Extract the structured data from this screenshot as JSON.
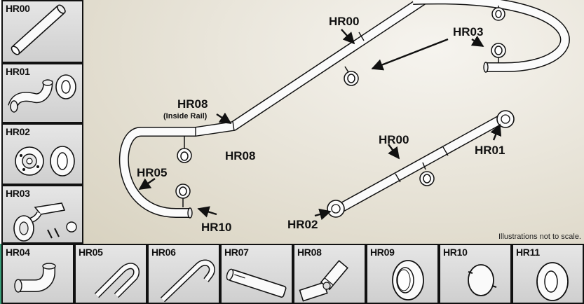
{
  "side_parts": [
    {
      "code": "HR00",
      "icon": "straight-rail"
    },
    {
      "code": "HR01",
      "icon": "elbow-and-flange"
    },
    {
      "code": "HR02",
      "icon": "wall-flange-and-cover"
    },
    {
      "code": "HR03",
      "icon": "rail-bracket"
    }
  ],
  "bottom_parts": [
    {
      "code": "HR04",
      "icon": "90-degree-elbow"
    },
    {
      "code": "HR05",
      "icon": "u-return"
    },
    {
      "code": "HR06",
      "icon": "j-return"
    },
    {
      "code": "HR07",
      "icon": "rail-splice"
    },
    {
      "code": "HR08",
      "icon": "adjustable-joint"
    },
    {
      "code": "HR09",
      "icon": "trim-ring"
    },
    {
      "code": "HR10",
      "icon": "end-cap"
    },
    {
      "code": "HR11",
      "icon": "flange-cover"
    }
  ],
  "diagram_labels": {
    "hr00_top": "HR00",
    "hr03": "HR03",
    "hr08_top": "HR08",
    "hr08_sub": "(Inside Rail)",
    "hr08_bottom": "HR08",
    "hr00_lower": "HR00",
    "hr01": "HR01",
    "hr05": "HR05",
    "hr10": "HR10",
    "hr02": "HR02"
  },
  "note": "Illustrations not to scale."
}
